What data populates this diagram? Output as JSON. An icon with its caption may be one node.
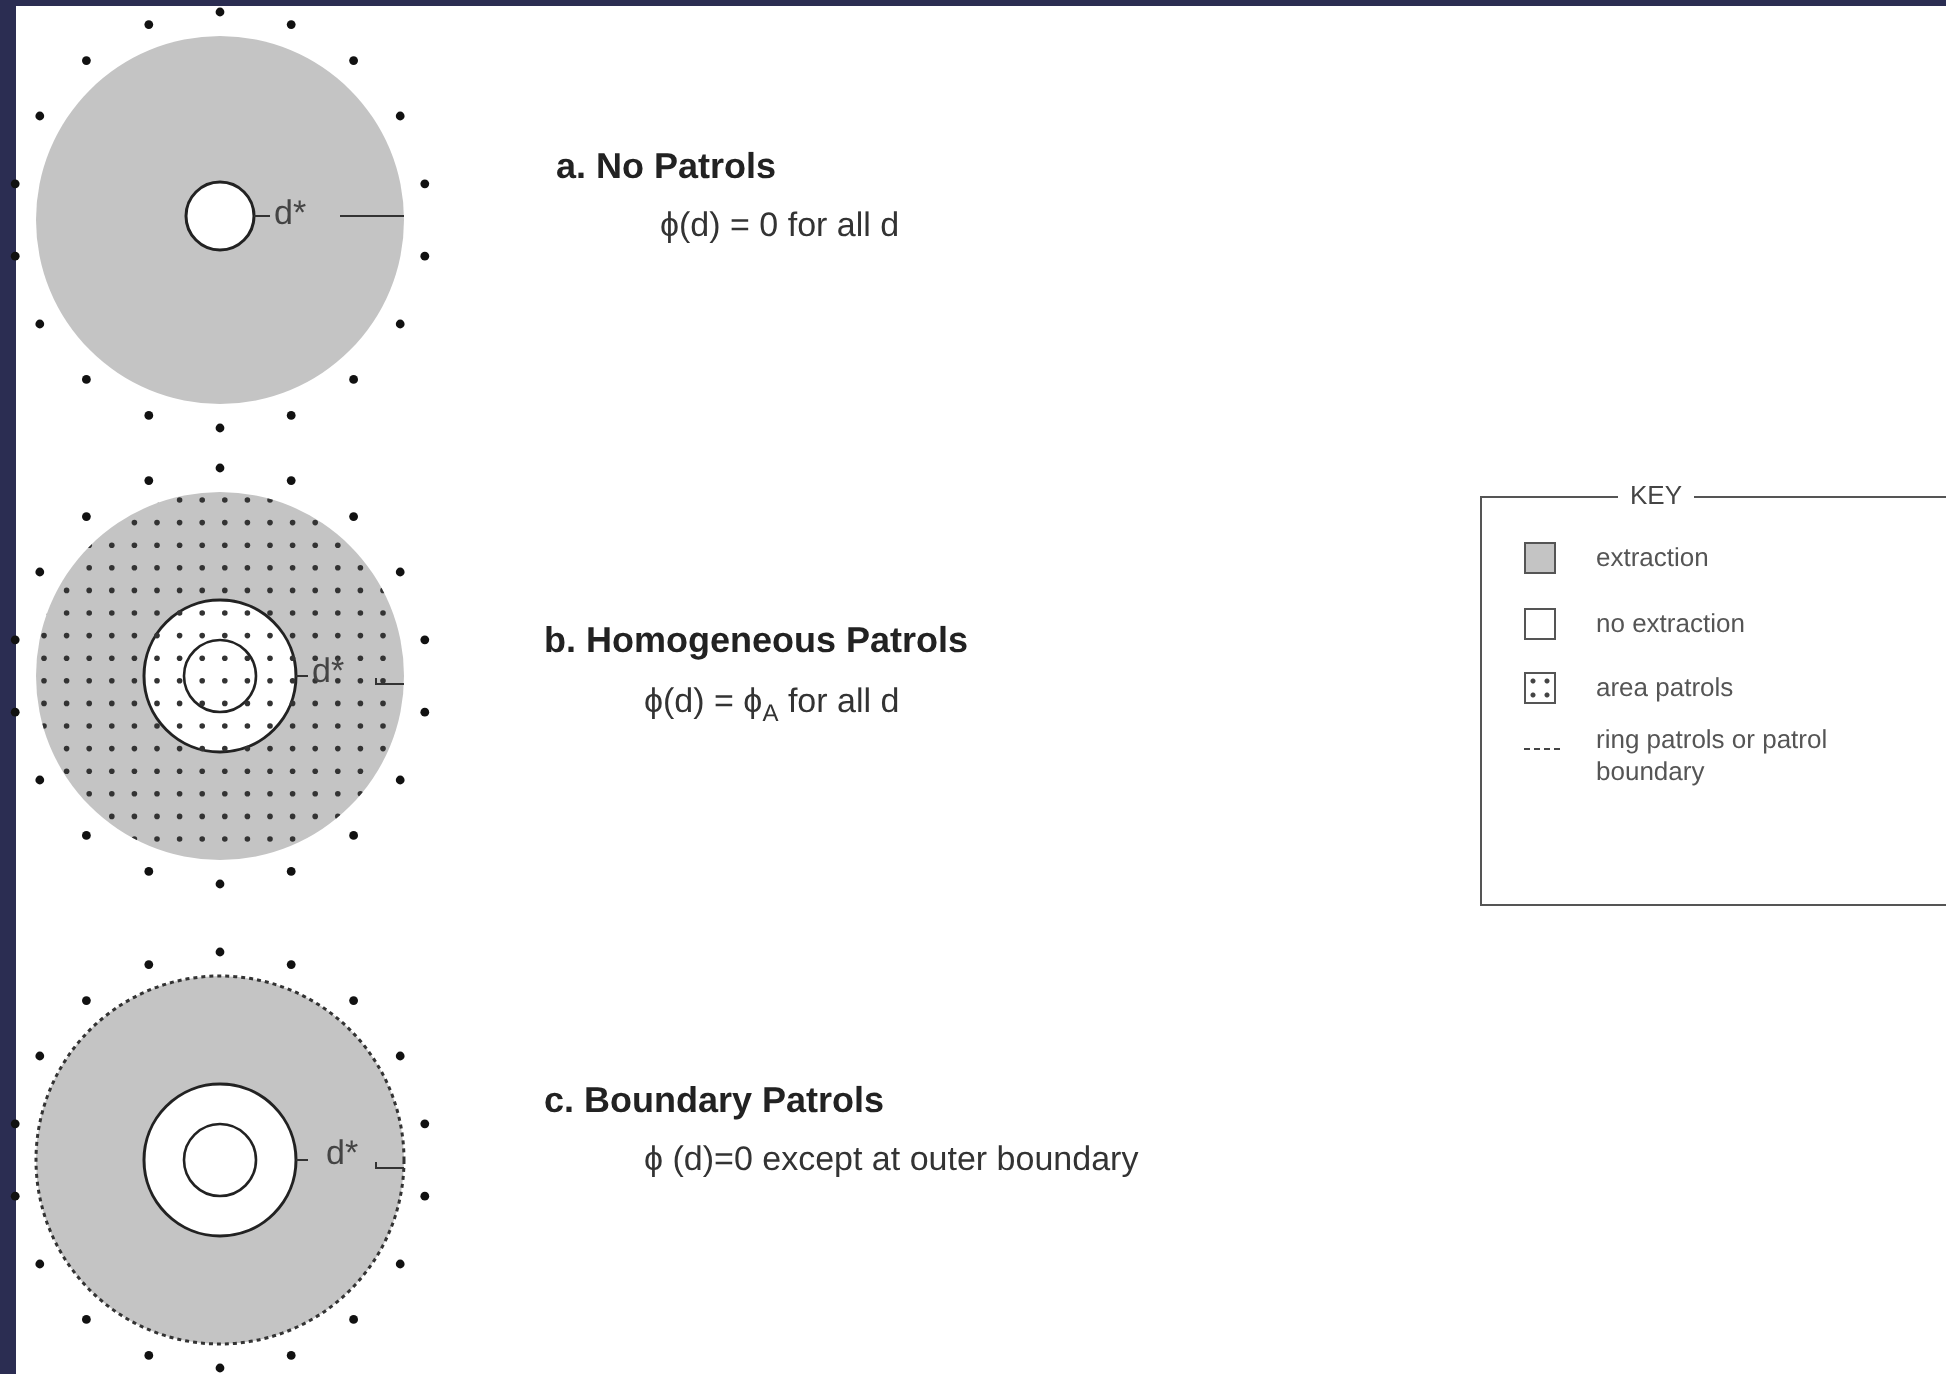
{
  "diagram": {
    "labels": [
      "d*",
      "a. No Patrols",
      "ϕ(d) = 0 for all d",
      "KEY",
      "d*",
      "b. Homogeneous Patrols",
      "ϕ(d) = ϕ$_{A}$ for all d",
      "d*",
      "c. Boundary Patrols",
      "ϕ (d)=0 except at outer boundary"
    ],
    "legend": [
      {
        "text": "extraction",
        "color": "#c4c4c4"
      },
      {
        "text": "no extraction",
        "color": "#ffffff"
      },
      {
        "text": "area patrols"
      },
      {
        "text": "ring patrols or patrol boundary"
      }
    ]
  }
}
